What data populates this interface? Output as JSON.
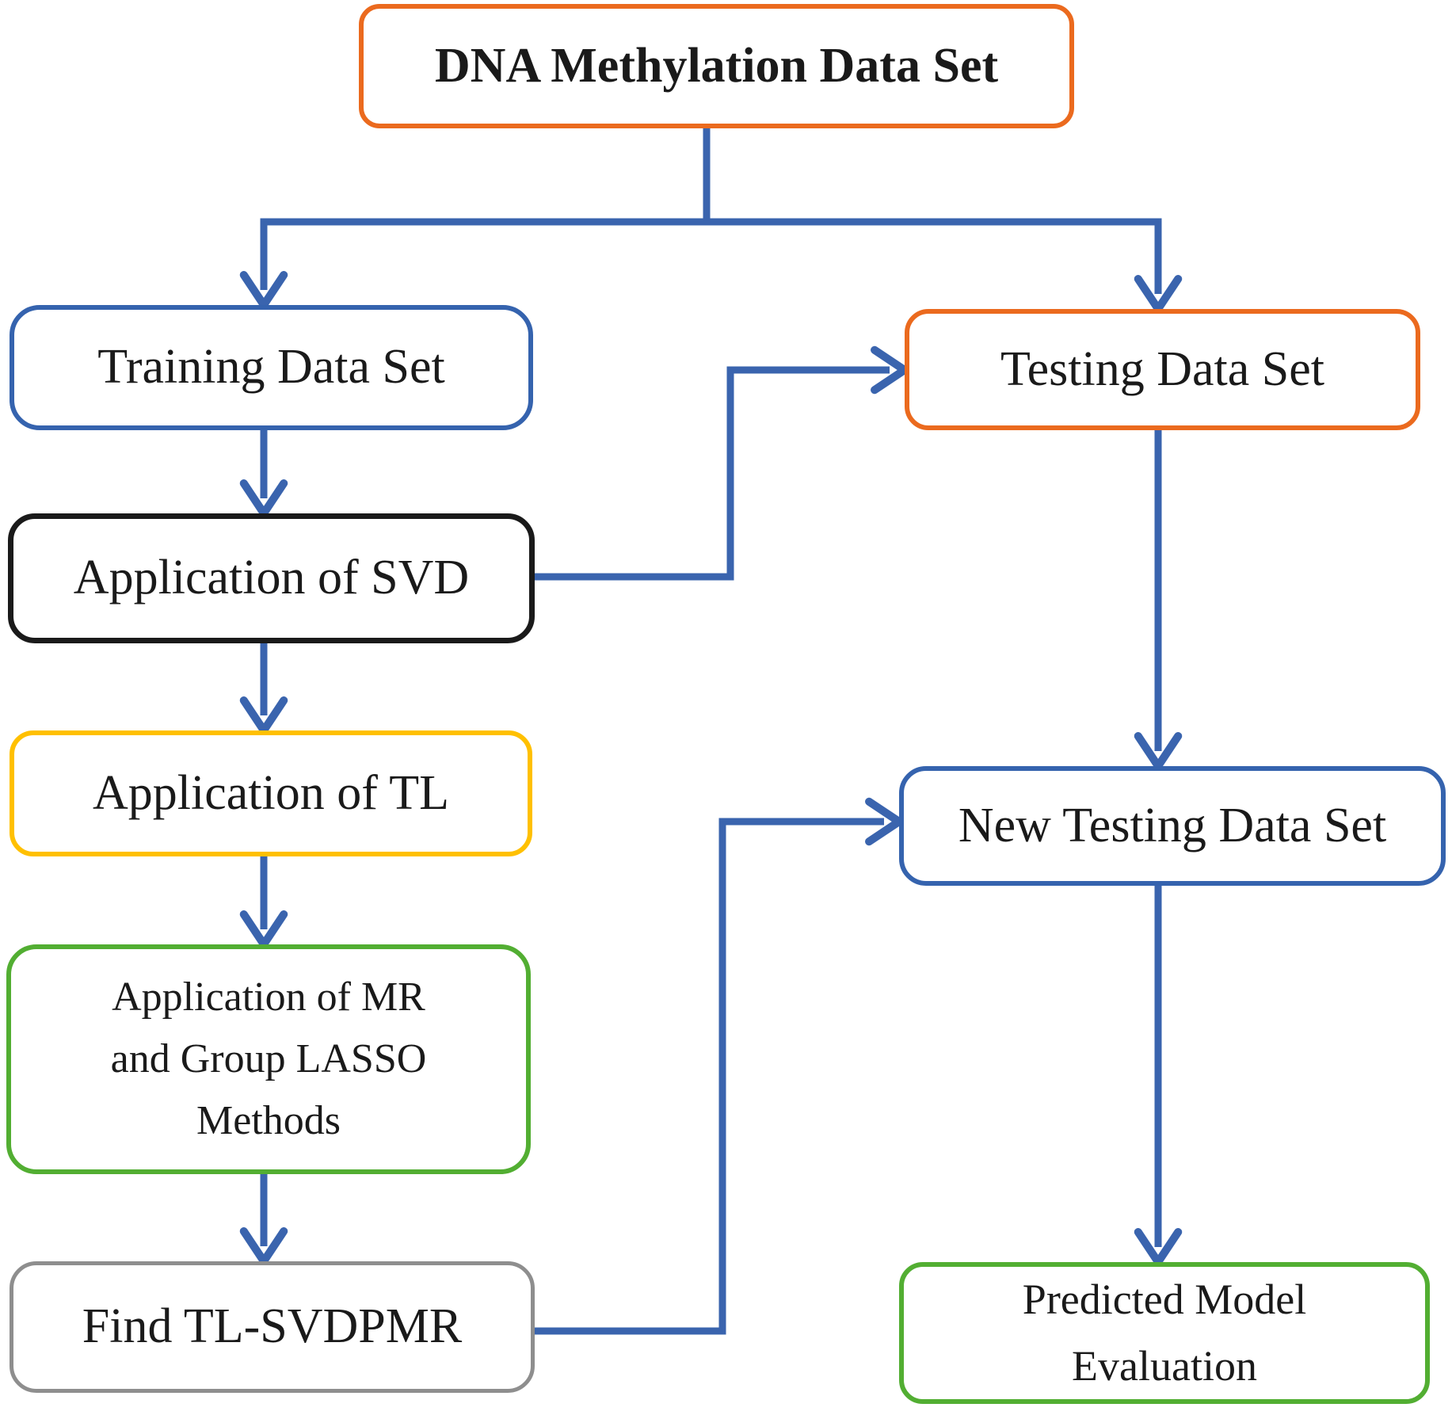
{
  "figure": {
    "type": "flowchart",
    "background": "#ffffff",
    "colors": {
      "arrow_blue": "#3A64AE",
      "orange_border": "#EB6A1E",
      "blue_border": "#3563AE",
      "black_border": "#1a1a1a",
      "gold_border": "#FFC000",
      "green_border": "#52AE32",
      "gray_border": "#8E8E8E",
      "text": "#1a1a1a"
    }
  },
  "nodes": {
    "dna": {
      "label": "DNA Methylation Data Set",
      "border_color": "#EB6A1E"
    },
    "training": {
      "label": "Training Data Set",
      "border_color": "#3563AE"
    },
    "testing": {
      "label": "Testing Data Set",
      "border_color": "#EB6A1E"
    },
    "svd": {
      "label": "Application of SVD",
      "border_color": "#1a1a1a"
    },
    "tl": {
      "label": "Application of TL",
      "border_color": "#FFC000"
    },
    "mr": {
      "label": "Application of MR and Group LASSO Methods",
      "lines": [
        "Application of MR",
        "and Group LASSO",
        "Methods"
      ],
      "border_color": "#52AE32"
    },
    "find": {
      "label": "Find TL-SVDPMR",
      "border_color": "#8E8E8E"
    },
    "new_testing": {
      "label": "New Testing Data Set",
      "border_color": "#3563AE"
    },
    "predicted": {
      "label": "Predicted Model Evaluation",
      "lines": [
        "Predicted Model",
        "Evaluation"
      ],
      "border_color": "#52AE32"
    }
  },
  "edges": [
    {
      "from": "dna",
      "to": "training"
    },
    {
      "from": "dna",
      "to": "testing"
    },
    {
      "from": "training",
      "to": "svd"
    },
    {
      "from": "svd",
      "to": "tl"
    },
    {
      "from": "tl",
      "to": "mr"
    },
    {
      "from": "mr",
      "to": "find"
    },
    {
      "from": "svd",
      "to": "testing"
    },
    {
      "from": "find",
      "to": "new_testing"
    },
    {
      "from": "testing",
      "to": "new_testing"
    },
    {
      "from": "new_testing",
      "to": "predicted"
    }
  ]
}
